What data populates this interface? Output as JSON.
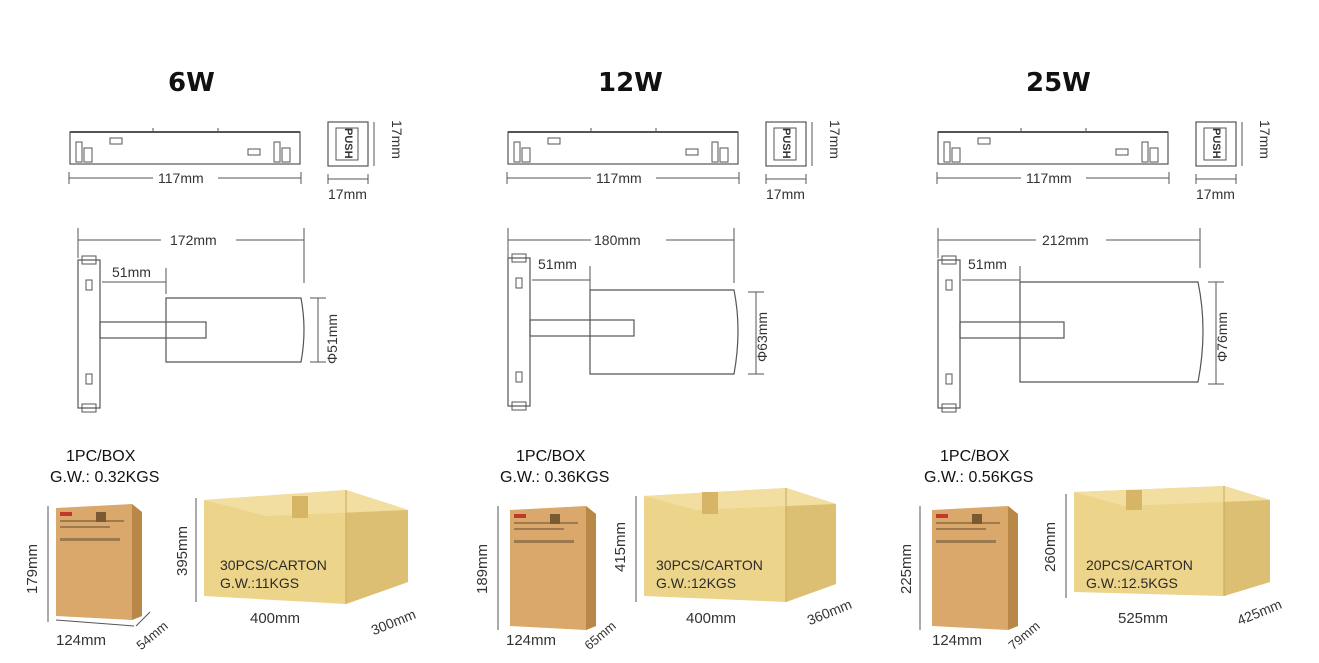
{
  "colors": {
    "line": "#555555",
    "box_kraft": "#d9a86a",
    "box_dark": "#b98849",
    "carton": "#ecd48a",
    "carton_side": "#dcbf73"
  },
  "icons": [
    "track-adapter-side-view",
    "push-clip-end-view",
    "spotlight-side-view",
    "product-box",
    "shipping-carton"
  ],
  "variants": [
    {
      "title": "6W",
      "adapter_length": "117mm",
      "adapter_height": "17mm",
      "adapter_width": "17mm",
      "push_label": "PUSH",
      "total_length": "172mm",
      "offset": "51mm",
      "diameter": "Φ51mm",
      "box_qty": "1PC/BOX",
      "box_gw": "G.W.: 0.32KGS",
      "box_h": "179mm",
      "box_w": "124mm",
      "box_d": "54mm",
      "carton_h": "395mm",
      "carton_qty": "30PCS/CARTON",
      "carton_gw": "G.W.:11KGS",
      "carton_w": "400mm",
      "carton_d": "300mm"
    },
    {
      "title": "12W",
      "adapter_length": "117mm",
      "adapter_height": "17mm",
      "adapter_width": "17mm",
      "push_label": "PUSH",
      "total_length": "180mm",
      "offset": "51mm",
      "diameter": "Φ63mm",
      "box_qty": "1PC/BOX",
      "box_gw": "G.W.: 0.36KGS",
      "box_h": "189mm",
      "box_w": "124mm",
      "box_d": "65mm",
      "carton_h": "415mm",
      "carton_qty": "30PCS/CARTON",
      "carton_gw": "G.W.:12KGS",
      "carton_w": "400mm",
      "carton_d": "360mm"
    },
    {
      "title": "25W",
      "adapter_length": "117mm",
      "adapter_height": "17mm",
      "adapter_width": "17mm",
      "push_label": "PUSH",
      "total_length": "212mm",
      "offset": "51mm",
      "diameter": "Φ76mm",
      "box_qty": "1PC/BOX",
      "box_gw": "G.W.: 0.56KGS",
      "box_h": "225mm",
      "box_w": "124mm",
      "box_d": "79mm",
      "carton_h": "260mm",
      "carton_qty": "20PCS/CARTON",
      "carton_gw": "G.W.:12.5KGS",
      "carton_w": "525mm",
      "carton_d": "425mm"
    }
  ]
}
